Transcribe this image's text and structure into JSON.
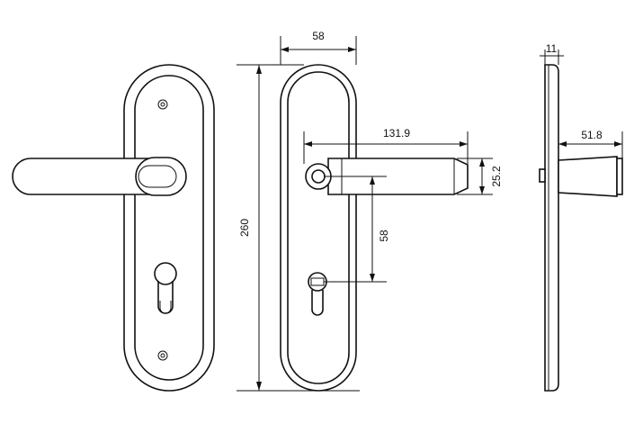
{
  "dimensions": {
    "plate_width": "58",
    "total_height": "260",
    "lever_length": "131.9",
    "lever_height": "25.2",
    "center_distance": "58",
    "plate_thickness": "11",
    "lever_projection": "51.8"
  },
  "colors": {
    "line": "#111111",
    "background": "#ffffff"
  }
}
